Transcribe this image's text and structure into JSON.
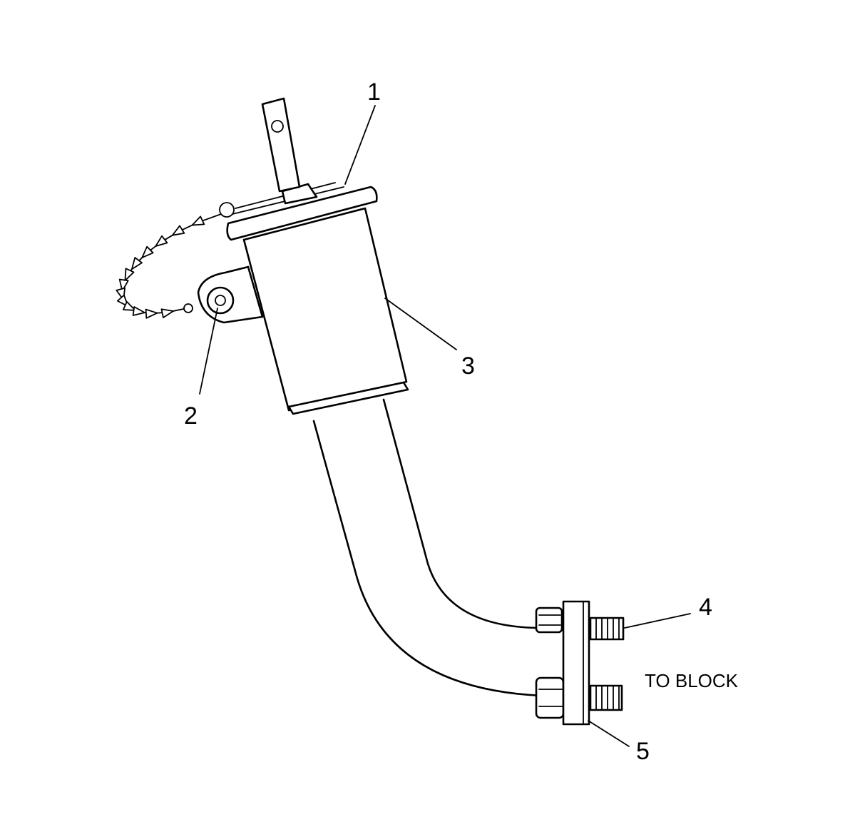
{
  "callouts": [
    {
      "id": "1",
      "label": "1"
    },
    {
      "id": "2",
      "label": "2"
    },
    {
      "id": "3",
      "label": "3"
    },
    {
      "id": "4",
      "label": "4"
    },
    {
      "id": "5",
      "label": "5"
    }
  ],
  "note": "TO BLOCK"
}
